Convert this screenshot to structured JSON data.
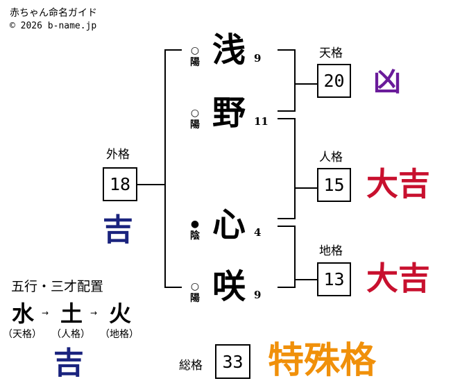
{
  "header": {
    "title": "赤ちゃん命名ガイド",
    "copyright": "© 2026 b-name.jp"
  },
  "characters": [
    {
      "char": "浅",
      "strokes": "9",
      "mark": "○",
      "yinyang": "陽"
    },
    {
      "char": "野",
      "strokes": "11",
      "mark": "○",
      "yinyang": "陽"
    },
    {
      "char": "心",
      "strokes": "4",
      "mark": "●",
      "yinyang": "陰"
    },
    {
      "char": "咲",
      "strokes": "9",
      "mark": "○",
      "yinyang": "陽"
    }
  ],
  "kaku": {
    "ten": {
      "label": "天格",
      "value": "20",
      "fortune": "凶",
      "color": "#6a1b9a"
    },
    "jin": {
      "label": "人格",
      "value": "15",
      "fortune": "大吉",
      "color": "#c8102e"
    },
    "chi": {
      "label": "地格",
      "value": "13",
      "fortune": "大吉",
      "color": "#c8102e"
    },
    "gai": {
      "label": "外格",
      "value": "18",
      "fortune": "吉",
      "color": "#1a237e"
    },
    "sou": {
      "label": "総格",
      "value": "33",
      "fortune": "特殊格",
      "color": "#f0900a"
    }
  },
  "gogyo": {
    "title": "五行・三才配置",
    "elements": [
      {
        "el": "水",
        "cap": "（天格）"
      },
      {
        "el": "土",
        "cap": "（人格）"
      },
      {
        "el": "火",
        "cap": "（地格）"
      }
    ],
    "arrow": "→",
    "fortune": "吉",
    "color": "#1a237e"
  }
}
